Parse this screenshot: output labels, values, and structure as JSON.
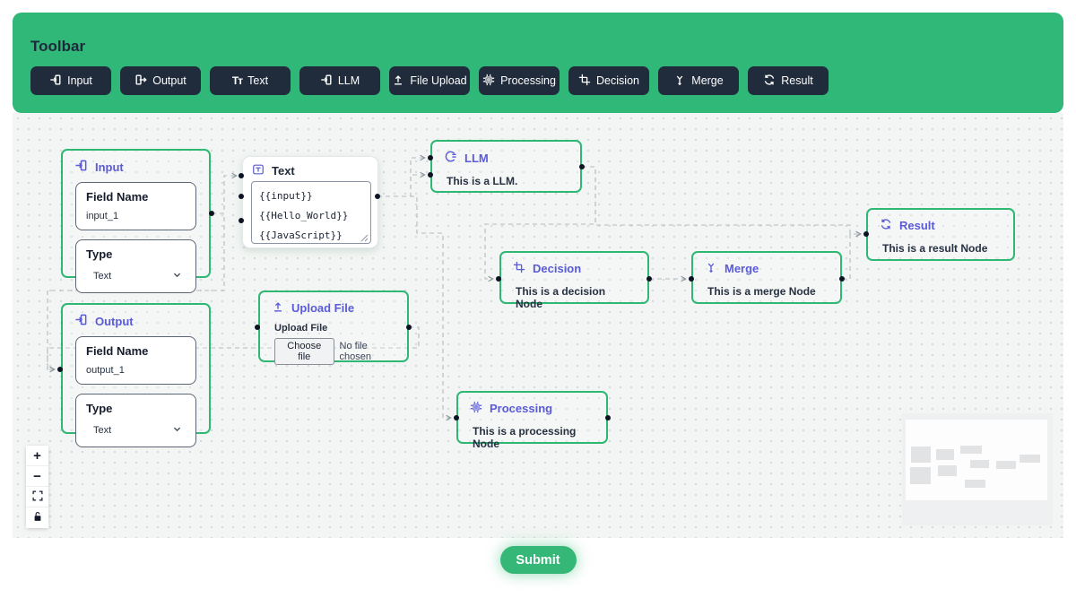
{
  "toolbar": {
    "title": "Toolbar",
    "buttons": [
      {
        "label": "Input",
        "icon": "box-arrow-in-icon"
      },
      {
        "label": "Output",
        "icon": "box-arrow-out-icon"
      },
      {
        "label": "Text",
        "icon": "typography-icon"
      },
      {
        "label": "LLM",
        "icon": "box-arrow-in-icon"
      },
      {
        "label": "File Upload",
        "icon": "upload-icon"
      },
      {
        "label": "Processing",
        "icon": "chip-icon"
      },
      {
        "label": "Decision",
        "icon": "crop-icon"
      },
      {
        "label": "Merge",
        "icon": "merge-icon"
      },
      {
        "label": "Result",
        "icon": "repeat-icon"
      }
    ]
  },
  "nodes": {
    "input": {
      "title": "Input",
      "field_name_label": "Field Name",
      "field_name_value": "input_1",
      "type_label": "Type",
      "type_value": "Text"
    },
    "text": {
      "title": "Text",
      "lines": [
        "{{input}}",
        "{{Hello_World}}",
        "{{JavaScript}}"
      ]
    },
    "llm": {
      "title": "LLM",
      "body": "This is a LLM."
    },
    "decision": {
      "title": "Decision",
      "body": "This is a decision Node"
    },
    "merge": {
      "title": "Merge",
      "body": "This is a merge Node"
    },
    "result": {
      "title": "Result",
      "body": "This is a result Node"
    },
    "output": {
      "title": "Output",
      "field_name_label": "Field Name",
      "field_name_value": "output_1",
      "type_label": "Type",
      "type_value": "Text"
    },
    "upload": {
      "title": "Upload File",
      "field_label": "Upload File",
      "choose_button": "Choose file",
      "no_file_text": "No file chosen"
    },
    "processing": {
      "title": "Processing",
      "body": "This is a processing Node"
    }
  },
  "controls": {
    "zoom_in": "+",
    "zoom_out": "−"
  },
  "submit_label": "Submit",
  "colors": {
    "toolbar_green": "#2fb877",
    "node_border_green": "#2eb873",
    "button_navy": "#202b3c",
    "accent_indigo": "#5a5bd8",
    "canvas_bg": "#f2f5f3",
    "edge_gray": "#b4bac0",
    "submit_green": "#35b877"
  }
}
